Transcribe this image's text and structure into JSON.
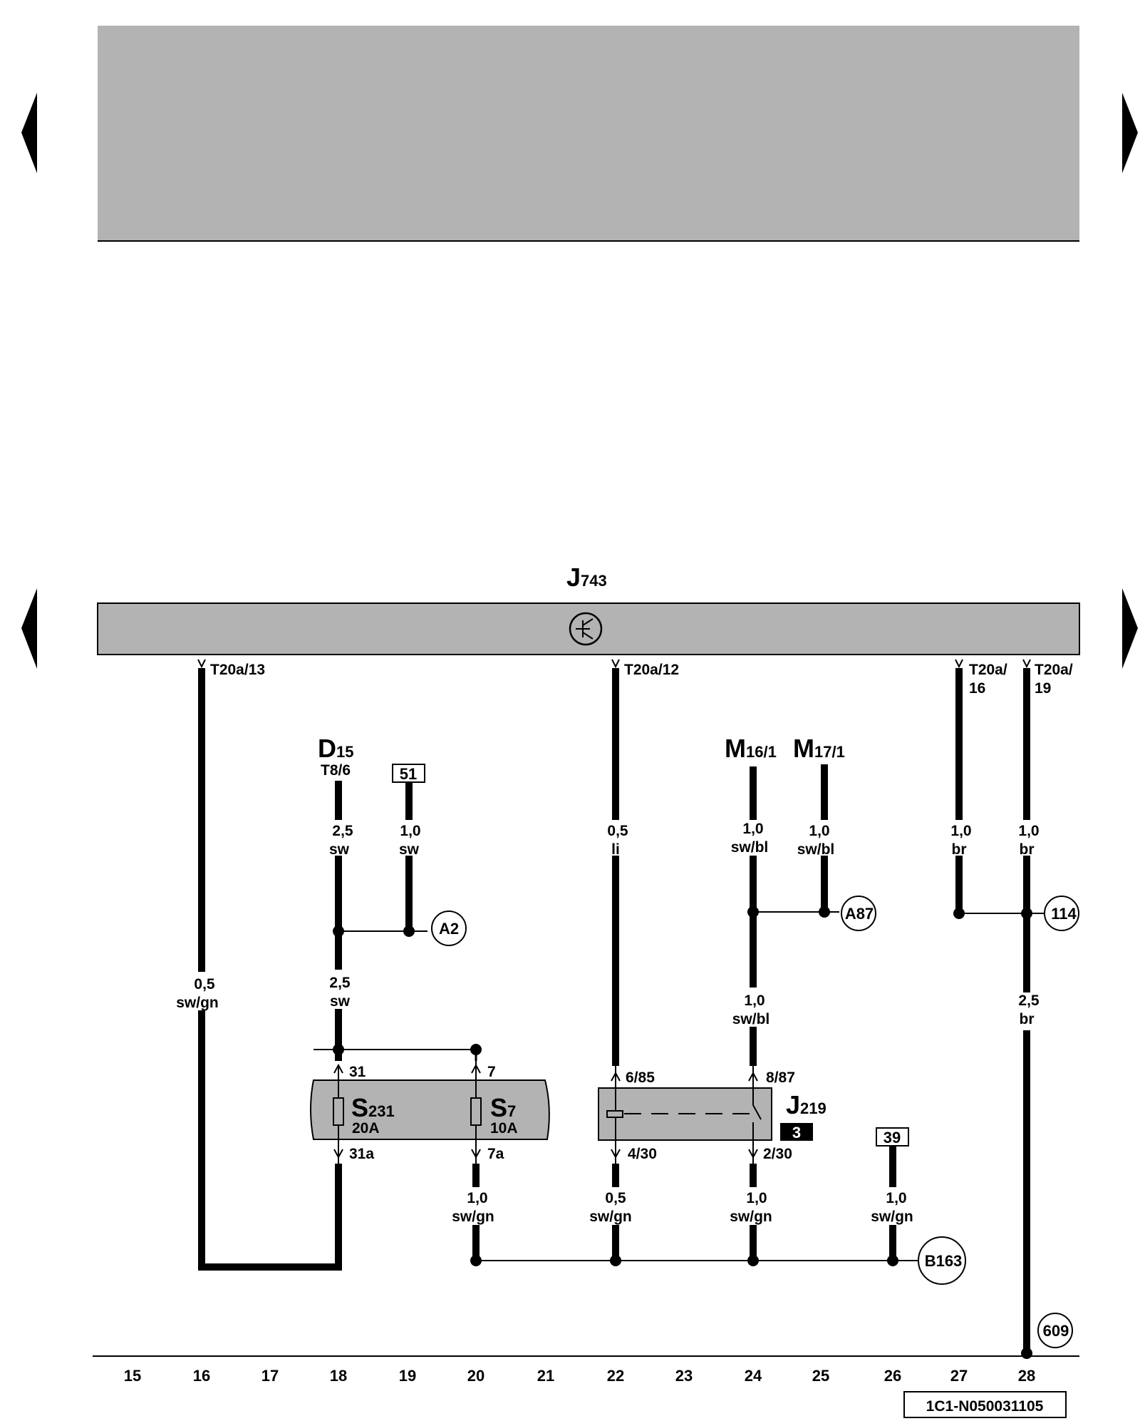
{
  "nav": {
    "prev_label": "",
    "next_label": ""
  },
  "colors": {
    "unit_fill": "#b3b3b3",
    "line": "#000000",
    "background": "#ffffff"
  },
  "control_unit": {
    "main": "J",
    "sub": "743"
  },
  "connectors": {
    "t13": "T20a/13",
    "t12": "T20a/12",
    "t16a": "T20a/",
    "t16b": "16",
    "t19a": "T20a/",
    "t19b": "19"
  },
  "components": {
    "d15": {
      "main": "D",
      "sub": "15",
      "pin": "T8/6"
    },
    "m16": {
      "main": "M",
      "sub": "16/1"
    },
    "m17": {
      "main": "M",
      "sub": "17/1"
    },
    "s231": {
      "main": "S",
      "sub": "231",
      "rating": "20A"
    },
    "s7": {
      "main": "S",
      "sub": "7",
      "rating": "10A"
    },
    "j219": {
      "main": "J",
      "sub": "219",
      "badge": "3"
    }
  },
  "boxes": {
    "b51": "51",
    "b39": "39"
  },
  "circles": {
    "a2": "A2",
    "a87": "A87",
    "c114": "114",
    "b163": "B163",
    "c609": "609"
  },
  "wires": {
    "w1": {
      "size": "0,5",
      "color": "sw/gn"
    },
    "w2": {
      "size": "2,5",
      "color": "sw"
    },
    "w3": {
      "size": "1,0",
      "color": "sw"
    },
    "w4": {
      "size": "2,5",
      "color": "sw"
    },
    "w5": {
      "size": "0,5",
      "color": "li"
    },
    "w6": {
      "size": "1,0",
      "color": "sw/bl"
    },
    "w7": {
      "size": "1,0",
      "color": "sw/bl"
    },
    "w8": {
      "size": "1,0",
      "color": "sw/bl"
    },
    "w9": {
      "size": "1,0",
      "color": "br"
    },
    "w10": {
      "size": "1,0",
      "color": "br"
    },
    "w11": {
      "size": "2,5",
      "color": "br"
    },
    "w12": {
      "size": "1,0",
      "color": "sw/gn"
    },
    "w13": {
      "size": "0,5",
      "color": "sw/gn"
    },
    "w14": {
      "size": "1,0",
      "color": "sw/gn"
    },
    "w15": {
      "size": "1,0",
      "color": "sw/gn"
    }
  },
  "pins": {
    "p31": "31",
    "p7": "7",
    "p31a": "31a",
    "p7a": "7a",
    "p685": "6/85",
    "p887": "8/87",
    "p430": "4/30",
    "p230": "2/30"
  },
  "columns": [
    "15",
    "16",
    "17",
    "18",
    "19",
    "20",
    "21",
    "22",
    "23",
    "24",
    "25",
    "26",
    "27",
    "28"
  ],
  "figure_id": "1C1-N050031105"
}
